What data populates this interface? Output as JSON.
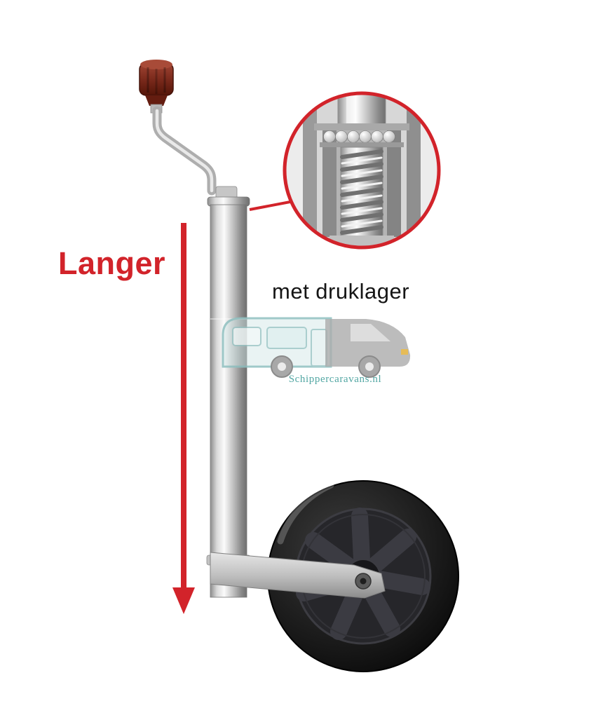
{
  "annotations": {
    "length_label": "Langer",
    "detail_label": "met druklager"
  },
  "watermark": {
    "text": "Schippercaravans.nl"
  },
  "colors": {
    "accent_red": "#d2232a",
    "crank_knob_brown": "#7b2a1c",
    "watermark_teal": "#3f9d99",
    "metal_gray": "#b5b5b5",
    "tire_black": "#141414",
    "background": "#ffffff"
  }
}
